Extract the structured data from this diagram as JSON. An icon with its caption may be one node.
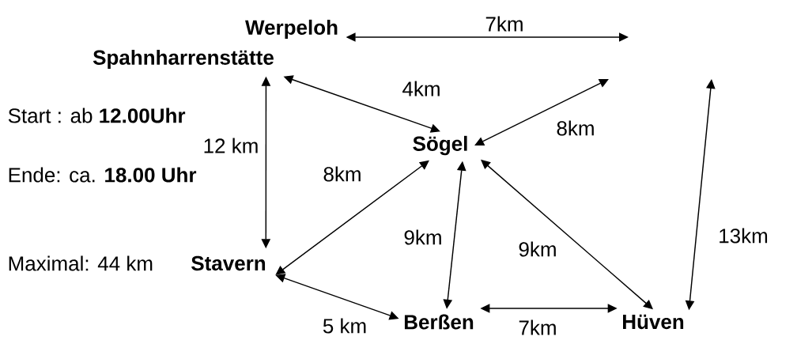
{
  "diagram": {
    "nodes": [
      {
        "text": [
          "Werpeloh"
        ]
      },
      {
        "text": [
          "Spahnharrenstätte"
        ]
      },
      {
        "text": [
          "Sögel"
        ]
      },
      {
        "text": [
          "Stavern"
        ]
      },
      {
        "text": [
          "Berßen"
        ]
      },
      {
        "text": [
          "Hüven"
        ]
      }
    ],
    "edges": [
      {
        "from": 0,
        "to": null,
        "arrow": "both",
        "label": "7km"
      },
      {
        "from": 1,
        "to": 2,
        "arrow": "both",
        "label": "4km"
      },
      {
        "from": 2,
        "to": null,
        "arrow": "both",
        "label": "8km"
      },
      {
        "from": 1,
        "to": 3,
        "arrow": "both",
        "label": "12 km"
      },
      {
        "from": null,
        "to": 5,
        "arrow": "both",
        "label": "13km"
      },
      {
        "from": 3,
        "to": 2,
        "arrow": "both",
        "label": "8km"
      },
      {
        "from": 2,
        "to": 4,
        "arrow": "both",
        "label": "9km"
      },
      {
        "from": 2,
        "to": 5,
        "arrow": "both",
        "label": "9km"
      },
      {
        "from": 3,
        "to": 4,
        "arrow": "both",
        "label": "5 km"
      },
      {
        "from": 4,
        "to": 5,
        "arrow": "both",
        "label": "7km"
      }
    ],
    "labels": [
      "Start : ab **12.00Uhr**",
      "Ende: ca. **18.00 Uhr**",
      "Maximal: 44 km"
    ]
  }
}
